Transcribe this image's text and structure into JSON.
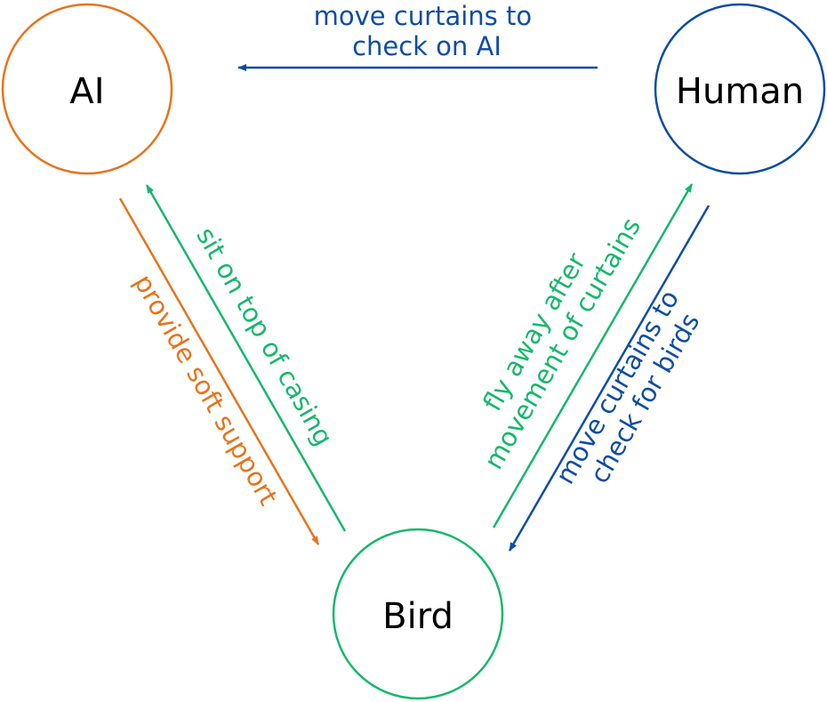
{
  "colors": {
    "ai": "#E8731B",
    "human": "#0E4DA4",
    "bird": "#16B86B"
  },
  "nodes": {
    "ai": {
      "label": "AI"
    },
    "human": {
      "label": "Human"
    },
    "bird": {
      "label": "Bird"
    }
  },
  "edges": {
    "human_to_ai": {
      "line1": "move curtains to",
      "line2": "check on AI"
    },
    "ai_to_bird": {
      "label": "provide soft support"
    },
    "bird_to_ai": {
      "label": "sit on top of casing"
    },
    "bird_to_human": {
      "line1": "fly away after",
      "line2": "movement of curtains"
    },
    "human_to_bird": {
      "line1": "move curtains to",
      "line2": "check for birds"
    }
  }
}
